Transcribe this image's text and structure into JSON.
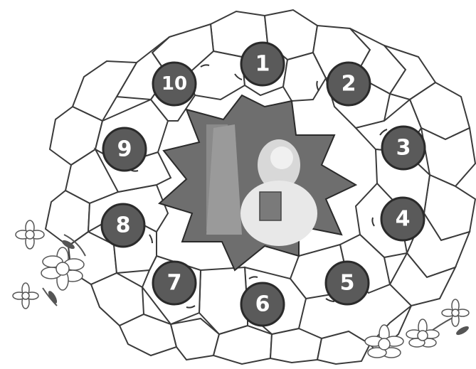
{
  "board": {
    "numbers": [
      "1",
      "2",
      "3",
      "4",
      "5",
      "6",
      "7",
      "8",
      "9",
      "10"
    ]
  },
  "icons": {
    "picture": "doll-portrait-image",
    "flowers": "daisy-flowers"
  }
}
